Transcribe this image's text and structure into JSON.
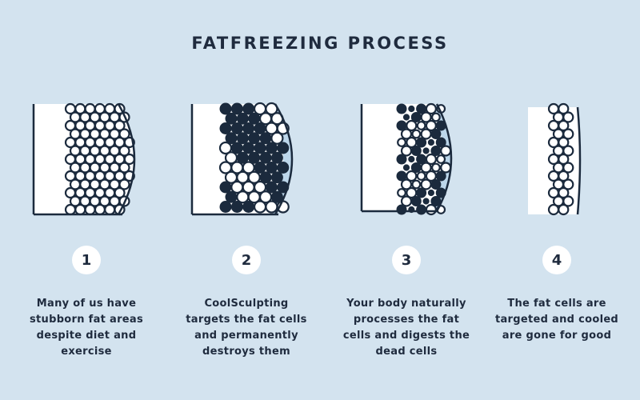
{
  "title": "FATFREEZING PROCESS",
  "steps": [
    {
      "number": "1",
      "text": "Many of us have stubborn fat areas despite diet and exercise"
    },
    {
      "number": "2",
      "text": "CoolSculpting targets the fat cells and permanently destroys them"
    },
    {
      "number": "3",
      "text": "Your body naturally processes the fat cells and digests the dead cells"
    },
    {
      "number": "4",
      "text": "The fat cells are targeted and cooled are gone for good"
    }
  ],
  "colors": {
    "background": "#d3e3ef",
    "navy": "#1b2a3d",
    "white": "#ffffff",
    "cold": "#bcd6ea"
  }
}
